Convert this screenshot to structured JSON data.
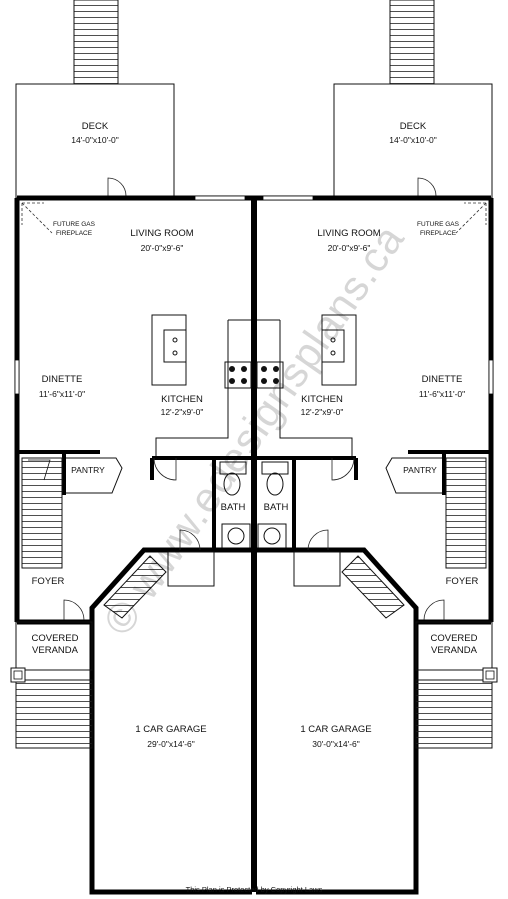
{
  "left_unit": {
    "deck": {
      "name": "DECK",
      "size": "14'-0\"x10'-0\""
    },
    "living": {
      "name": "LIVING ROOM",
      "size": "20'-0\"x9'-6\""
    },
    "fireplace": [
      "FUTURE GAS",
      "FIREPLACE"
    ],
    "dinette": {
      "name": "DINETTE",
      "size": "11'-6\"x11'-0\""
    },
    "kitchen": {
      "name": "KITCHEN",
      "size": "12'-2\"x9'-0\""
    },
    "pantry": "PANTRY",
    "bath": "BATH",
    "foyer": "FOYER",
    "veranda": [
      "COVERED",
      "VERANDA"
    ],
    "garage": {
      "name": "1 CAR GARAGE",
      "size": "29'-0\"x14'-6\""
    }
  },
  "right_unit": {
    "deck": {
      "name": "DECK",
      "size": "14'-0\"x10'-0\""
    },
    "living": {
      "name": "LIVING ROOM",
      "size": "20'-0\"x9'-6\""
    },
    "fireplace": [
      "FUTURE GAS",
      "FIREPLACE"
    ],
    "dinette": {
      "name": "DINETTE",
      "size": "11'-6\"x11'-0\""
    },
    "kitchen": {
      "name": "KITCHEN",
      "size": "12'-2\"x9'-0\""
    },
    "pantry": "PANTRY",
    "bath": "BATH",
    "foyer": "FOYER",
    "veranda": [
      "COVERED",
      "VERANDA"
    ],
    "garage": {
      "name": "1 CAR GARAGE",
      "size": "30'-0\"x14'-6\""
    }
  },
  "watermark": "© www.edesignsplans.ca",
  "copyright": "This Plan is Protected by Copyright Laws"
}
